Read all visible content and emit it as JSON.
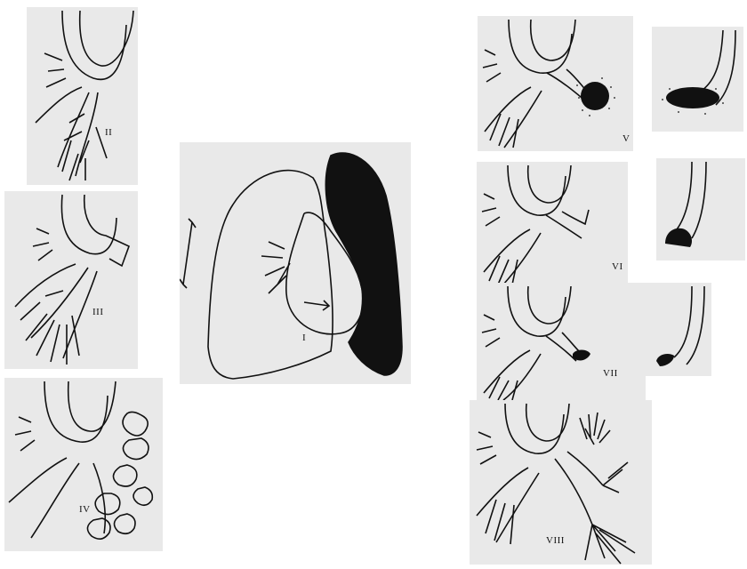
{
  "figure": {
    "panels": [
      {
        "id": "I",
        "label": "I"
      },
      {
        "id": "II",
        "label": "II"
      },
      {
        "id": "III",
        "label": "III"
      },
      {
        "id": "IV",
        "label": "IV"
      },
      {
        "id": "V",
        "label": "V"
      },
      {
        "id": "VI",
        "label": "VI"
      },
      {
        "id": "VII",
        "label": "VII"
      },
      {
        "id": "VIII",
        "label": "VIII"
      }
    ],
    "colors": {
      "panel_background": "#e9e9e9",
      "ink": "#111111",
      "collapsed_lung_fill": "#111111"
    }
  }
}
